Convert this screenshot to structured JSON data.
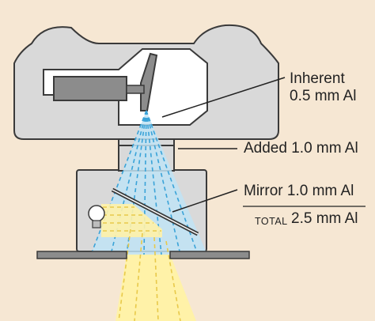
{
  "labels": {
    "inherent_line1": "Inherent",
    "inherent_line2": "0.5 mm Al",
    "added": "Added 1.0 mm Al",
    "mirror": "Mirror 1.0 mm Al",
    "total_word": "TOTAL",
    "total_value": "2.5 mm Al"
  },
  "colors": {
    "background": "#f6e7d3",
    "housing": "#d9d9d9",
    "outline": "#3a3a3a",
    "xray_beam": "#bfe3f5",
    "beam_dash": "#3aa3d8",
    "light_beam": "#fff3b0",
    "light_dash": "#e8c94a"
  }
}
